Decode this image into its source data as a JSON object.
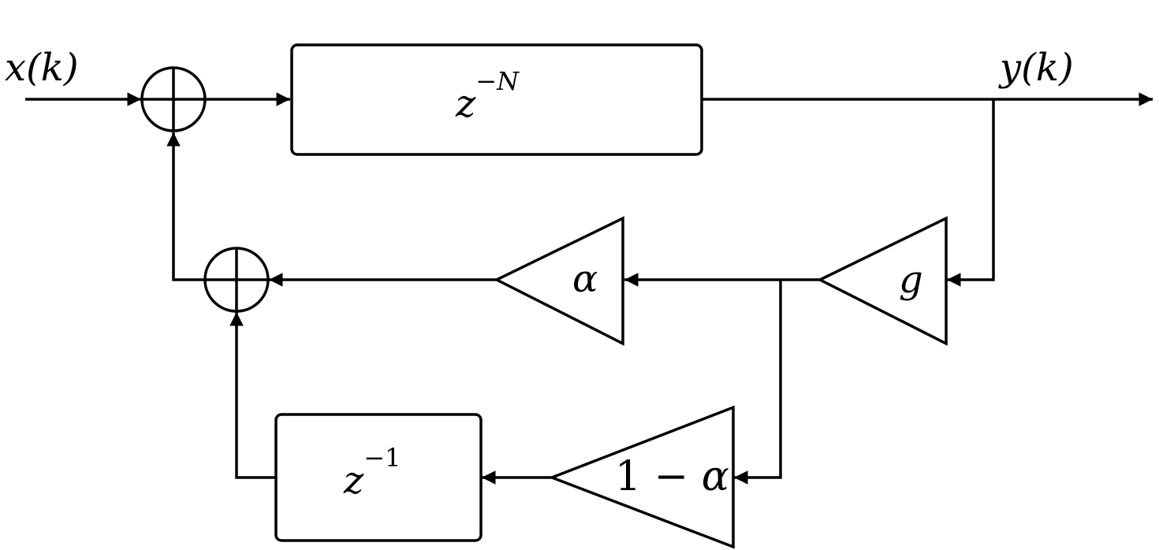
{
  "signals": {
    "input": {
      "base": "x",
      "arg": "(k)"
    },
    "output": {
      "base": "y",
      "arg": "(k)"
    }
  },
  "blocks": {
    "delay_n": {
      "base": "z",
      "exponent": "−N"
    },
    "delay_1": {
      "base": "z",
      "exponent": "−1"
    }
  },
  "gains": {
    "g": "g",
    "alpha": "α",
    "one_minus_alpha": {
      "one": "1",
      "minus": " − ",
      "symbol": "α"
    }
  }
}
